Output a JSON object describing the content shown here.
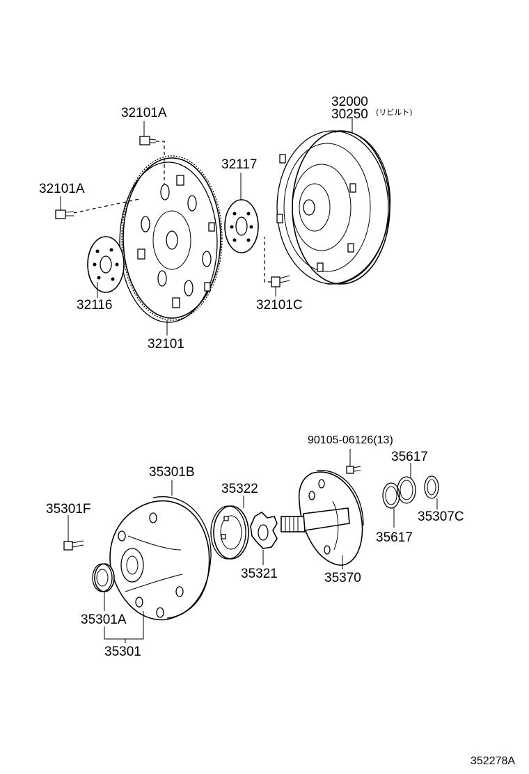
{
  "diagram": {
    "reference_code": "352278A",
    "upper_assembly": {
      "torque_converter": {
        "part_number": "32000",
        "rebuilt_part_number": "30250",
        "rebuilt_note": "(リビルト)"
      },
      "flywheel_label": "32101",
      "bolt_label_top": "32101A",
      "bolt_label_left": "32101A",
      "bolt_label_right": "32101C",
      "spacer_right_label": "32117",
      "spacer_left_label": "32116"
    },
    "lower_assembly": {
      "pump_body_label": "35301B",
      "pump_assembly_label": "35301",
      "oil_seal_label": "35301A",
      "bolt_label": "35301F",
      "driven_gear_label": "35322",
      "drive_gear_label": "35321",
      "stator_shaft_label": "35370",
      "bolt_qty_label": "90105-06126(13)",
      "ring_label_top": "35617",
      "ring_label_bottom": "35617",
      "ring_label_right": "35307C"
    }
  }
}
